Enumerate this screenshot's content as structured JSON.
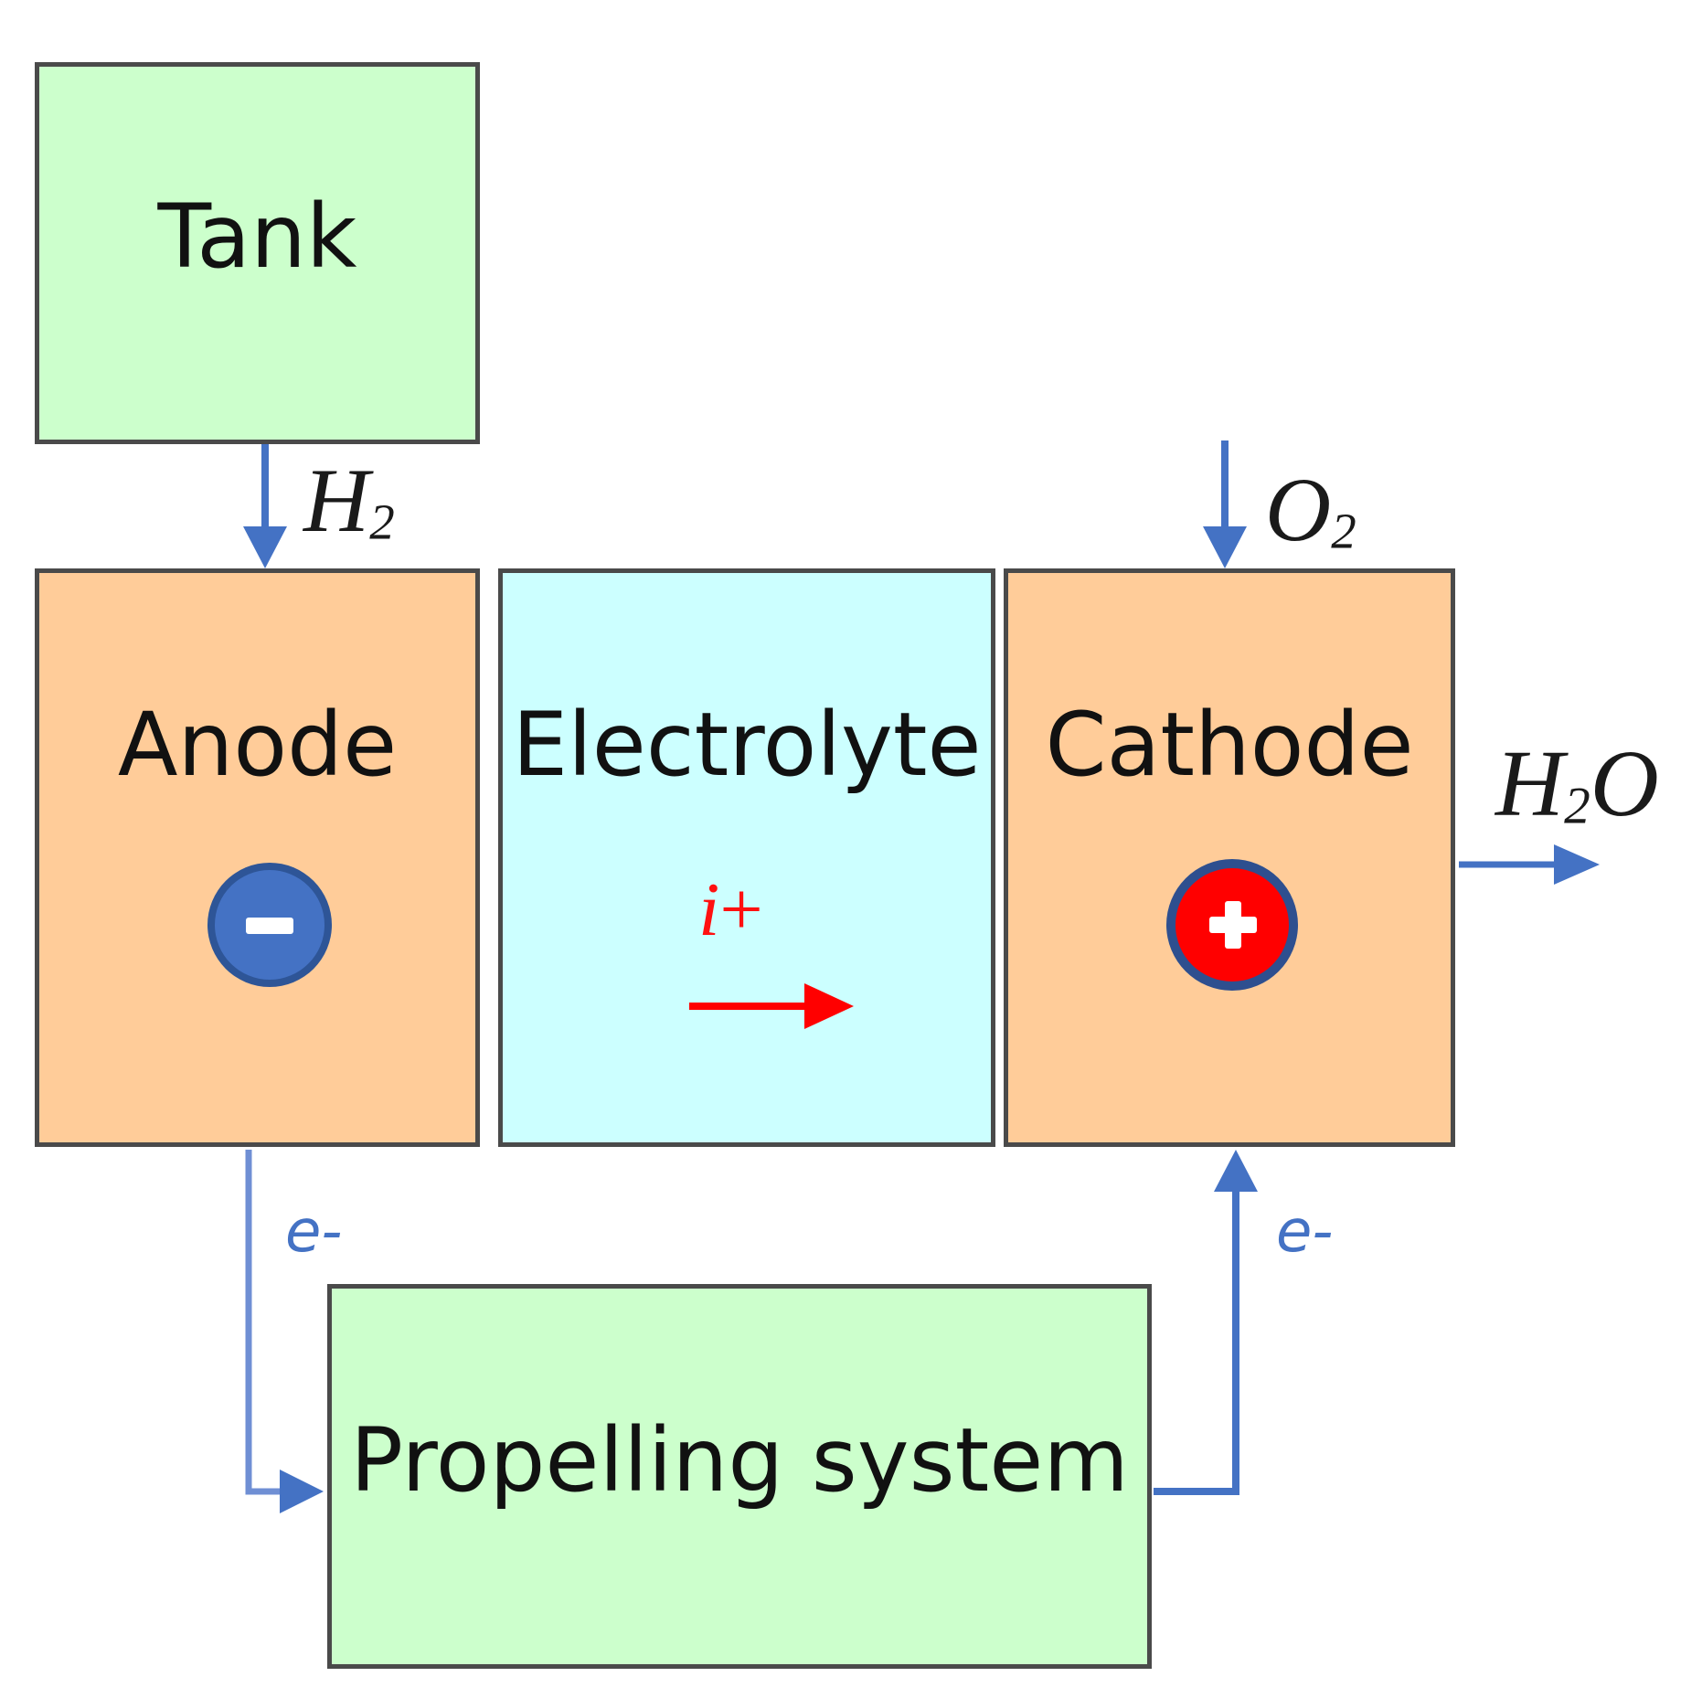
{
  "boxes": {
    "tank": "Tank",
    "anode": "Anode",
    "electrolyte": "Electrolyte",
    "cathode": "Cathode",
    "propelling": "Propelling system"
  },
  "flows": {
    "hydrogen": {
      "base": "H",
      "sub": "2"
    },
    "oxygen": {
      "base": "O",
      "sub": "2"
    },
    "water": {
      "base1": "H",
      "sub": "2",
      "base2": "O"
    },
    "ion_symbol": "i",
    "ion_sign": "+",
    "electron_left": "e-",
    "electron_right": "e-"
  },
  "colors": {
    "tank_fill": "#ccffcc",
    "electrode_fill": "#ffcc99",
    "electrolyte_fill": "#ccffff",
    "arrow_blue": "#4472c4",
    "ion_red": "#ff0000"
  },
  "icons": {
    "anode_terminal": "minus-circle-icon",
    "cathode_terminal": "plus-circle-icon"
  }
}
